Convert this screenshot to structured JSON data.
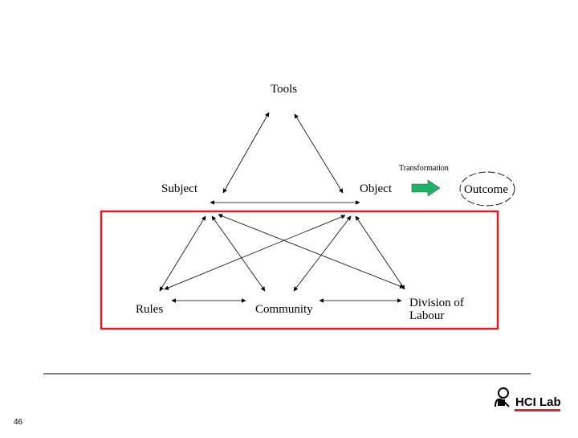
{
  "diagram": {
    "nodes": {
      "tools": "Tools",
      "subject": "Subject",
      "object": "Object",
      "outcome": "Outcome",
      "rules": "Rules",
      "community": "Community",
      "division_line1": "Division of",
      "division_line2": "Labour"
    },
    "transformation_label": "Transformation",
    "colors": {
      "highlight_box": "#e31b23",
      "transformation_arrow": "#1db36b",
      "logo_accent": "#d7262c"
    }
  },
  "footer": {
    "page_number": "46",
    "logo_text": "HCI Lab"
  }
}
